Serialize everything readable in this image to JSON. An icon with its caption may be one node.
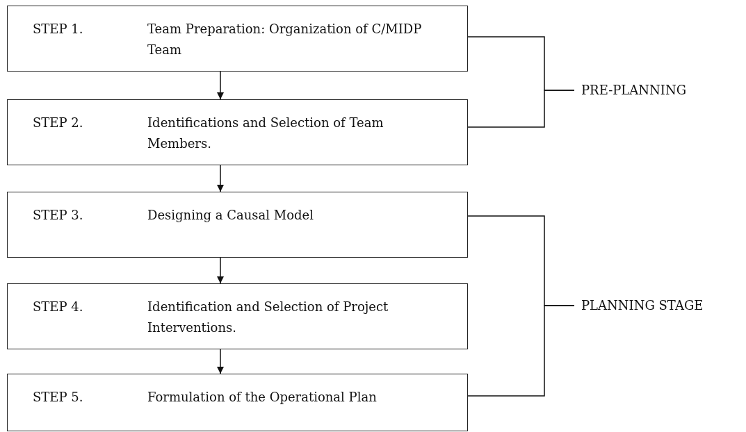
{
  "diagram": {
    "nodes": [
      {
        "text": [
          "STEP 1.",
          "Team Preparation: Organization of C/MIDP Team"
        ]
      },
      {
        "text": [
          "STEP 2.",
          "Identifications and Selection of Team Members."
        ]
      },
      {
        "text": [
          "STEP 3.",
          "Designing a Causal Model"
        ]
      },
      {
        "text": [
          "STEP 4.",
          "Identification and Selection of Project Interventions."
        ]
      },
      {
        "text": [
          "STEP 5.",
          "Formulation of the Operational Plan"
        ]
      },
      {
        "text": [
          "PRE-PLANNING"
        ]
      },
      {
        "text": [
          "PLANNING STAGE"
        ]
      }
    ],
    "edges": [
      {
        "from": 0,
        "to": 1,
        "arrow": "to"
      },
      {
        "from": 1,
        "to": 2,
        "arrow": "to"
      },
      {
        "from": 2,
        "to": 3,
        "arrow": "to"
      },
      {
        "from": 3,
        "to": 4,
        "arrow": "to"
      },
      {
        "from": 0,
        "to": 5,
        "arrow": "none"
      },
      {
        "from": 1,
        "to": 5,
        "arrow": "none"
      },
      {
        "from": 2,
        "to": 6,
        "arrow": "none"
      },
      {
        "from": 4,
        "to": 6,
        "arrow": "none"
      }
    ]
  }
}
